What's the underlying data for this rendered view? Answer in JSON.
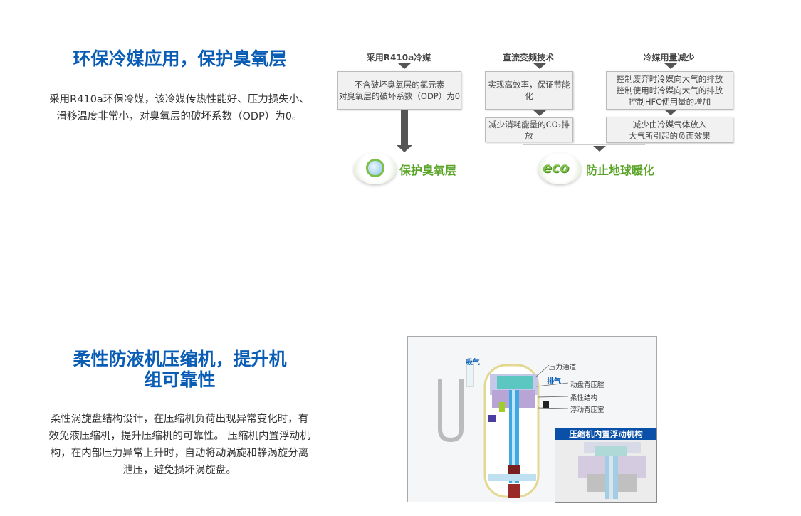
{
  "section1": {
    "title": "环保冷媒应用，保护臭氧层",
    "body": "采用R410a环保冷媒，该冷媒传热性能好、压力损失小、滑移温度非常小，对臭氧层的破坏系数（ODP）为0。",
    "diagram": {
      "col1": {
        "header": "采用R410a冷媒",
        "box": [
          "不含破坏臭氧层的氯元素",
          "对臭氧层的破坏系数（ODP）为0"
        ],
        "result": "保护臭氧层"
      },
      "col2": {
        "header": "直流变频技术",
        "box1": "实现高效率，保证节能化",
        "box2": "减少消耗能量的CO₂排放"
      },
      "col3": {
        "header": "冷媒用量减少",
        "box1": [
          "控制废弃时冷媒向大气的排放",
          "控制使用时冷媒向大气的排放",
          "控制HFC使用量的增加"
        ],
        "box2": [
          "减少由冷媒气体放入",
          "大气所引起的负面效果"
        ]
      },
      "result2": "防止地球暖化",
      "eco_logo": "eco"
    }
  },
  "section2": {
    "title_line1": "柔性防液机压缩机，提升机",
    "title_line2": "组可靠性",
    "body": "柔性涡旋盘结构设计，在压缩机负荷出现异常变化时，有效免液压缩机，提升压缩机的可靠性。 压缩机内置浮动机构，在内部压力异常上升时，自动将动涡旋和静涡旋分离泄压，避免损坏涡旋盘。",
    "diagram": {
      "suction": "吸气",
      "discharge": "排气",
      "labels": [
        "压力通道",
        "动盘背压腔",
        "柔性结构",
        "浮动背压室"
      ],
      "inset_title": "压缩机内置浮动机构"
    }
  }
}
